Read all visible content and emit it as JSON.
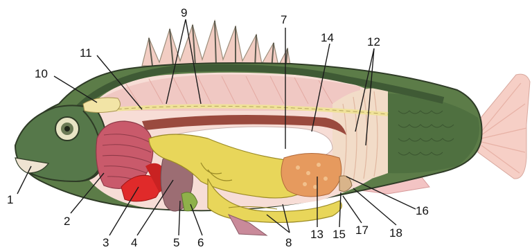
{
  "diagram": {
    "labels": [
      {
        "id": "l1",
        "text": "1"
      },
      {
        "id": "l2",
        "text": "2"
      },
      {
        "id": "l3",
        "text": "3"
      },
      {
        "id": "l4",
        "text": "4"
      },
      {
        "id": "l5",
        "text": "5"
      },
      {
        "id": "l6",
        "text": "6"
      },
      {
        "id": "l7",
        "text": "7"
      },
      {
        "id": "l8",
        "text": "8"
      },
      {
        "id": "l9",
        "text": "9"
      },
      {
        "id": "l10",
        "text": "10"
      },
      {
        "id": "l11",
        "text": "11"
      },
      {
        "id": "l12",
        "text": "12"
      },
      {
        "id": "l13",
        "text": "13"
      },
      {
        "id": "l14",
        "text": "14"
      },
      {
        "id": "l15",
        "text": "15"
      },
      {
        "id": "l16",
        "text": "16"
      },
      {
        "id": "l17",
        "text": "17"
      },
      {
        "id": "l18",
        "text": "18"
      }
    ],
    "colors": {
      "body_skin": "#5f7f4a",
      "body_dark": "#3f5a35",
      "muscle": "#f2c9c4",
      "fins": "#f3c7bd",
      "gut": "#e8d65a",
      "gills": "#c95a6b",
      "heart": "#e02a2a",
      "swim_bladder": "#ffffff",
      "kidney": "#9a4a3e",
      "gonad": "#e69a5e",
      "spinal_cord": "#f0e29a"
    }
  }
}
